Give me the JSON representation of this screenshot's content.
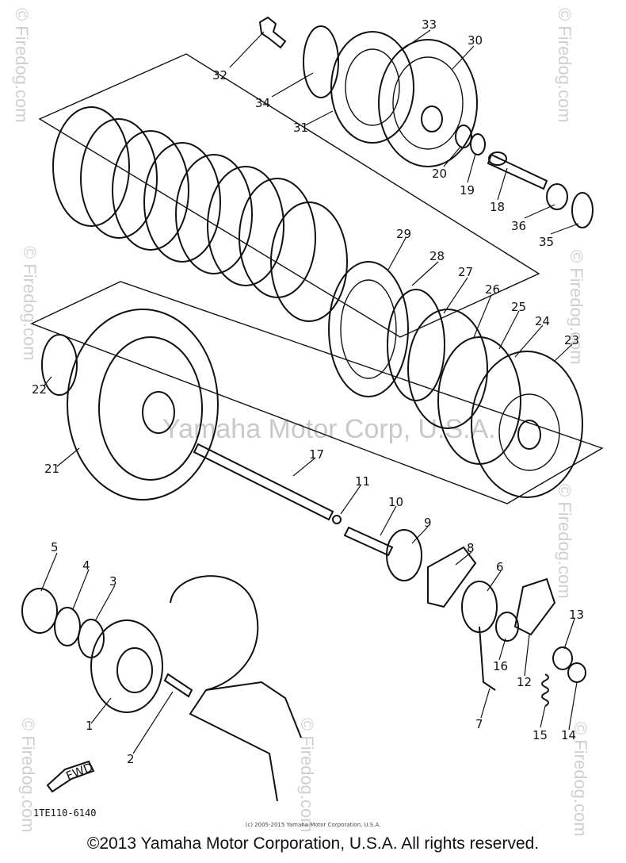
{
  "diagram": {
    "drawing_code": "1TE110-6140",
    "small_copyright": "(c) 2005-2015 Yamaha Motor Corporation, U.S.A.",
    "copyright": "©2013 Yamaha Motor Corporation, U.S.A. All rights reserved.",
    "center_watermark": "Yamaha Motor Corp, U.S.A.",
    "fwd_label": "FWD",
    "watermark": "© Firedog.com",
    "callouts": [
      "1",
      "2",
      "3",
      "4",
      "5",
      "6",
      "7",
      "8",
      "9",
      "10",
      "11",
      "12",
      "13",
      "14",
      "15",
      "16",
      "17",
      "18",
      "19",
      "20",
      "21",
      "22",
      "23",
      "24",
      "25",
      "26",
      "27",
      "28",
      "29",
      "30",
      "31",
      "32",
      "33",
      "34",
      "35",
      "36"
    ]
  }
}
